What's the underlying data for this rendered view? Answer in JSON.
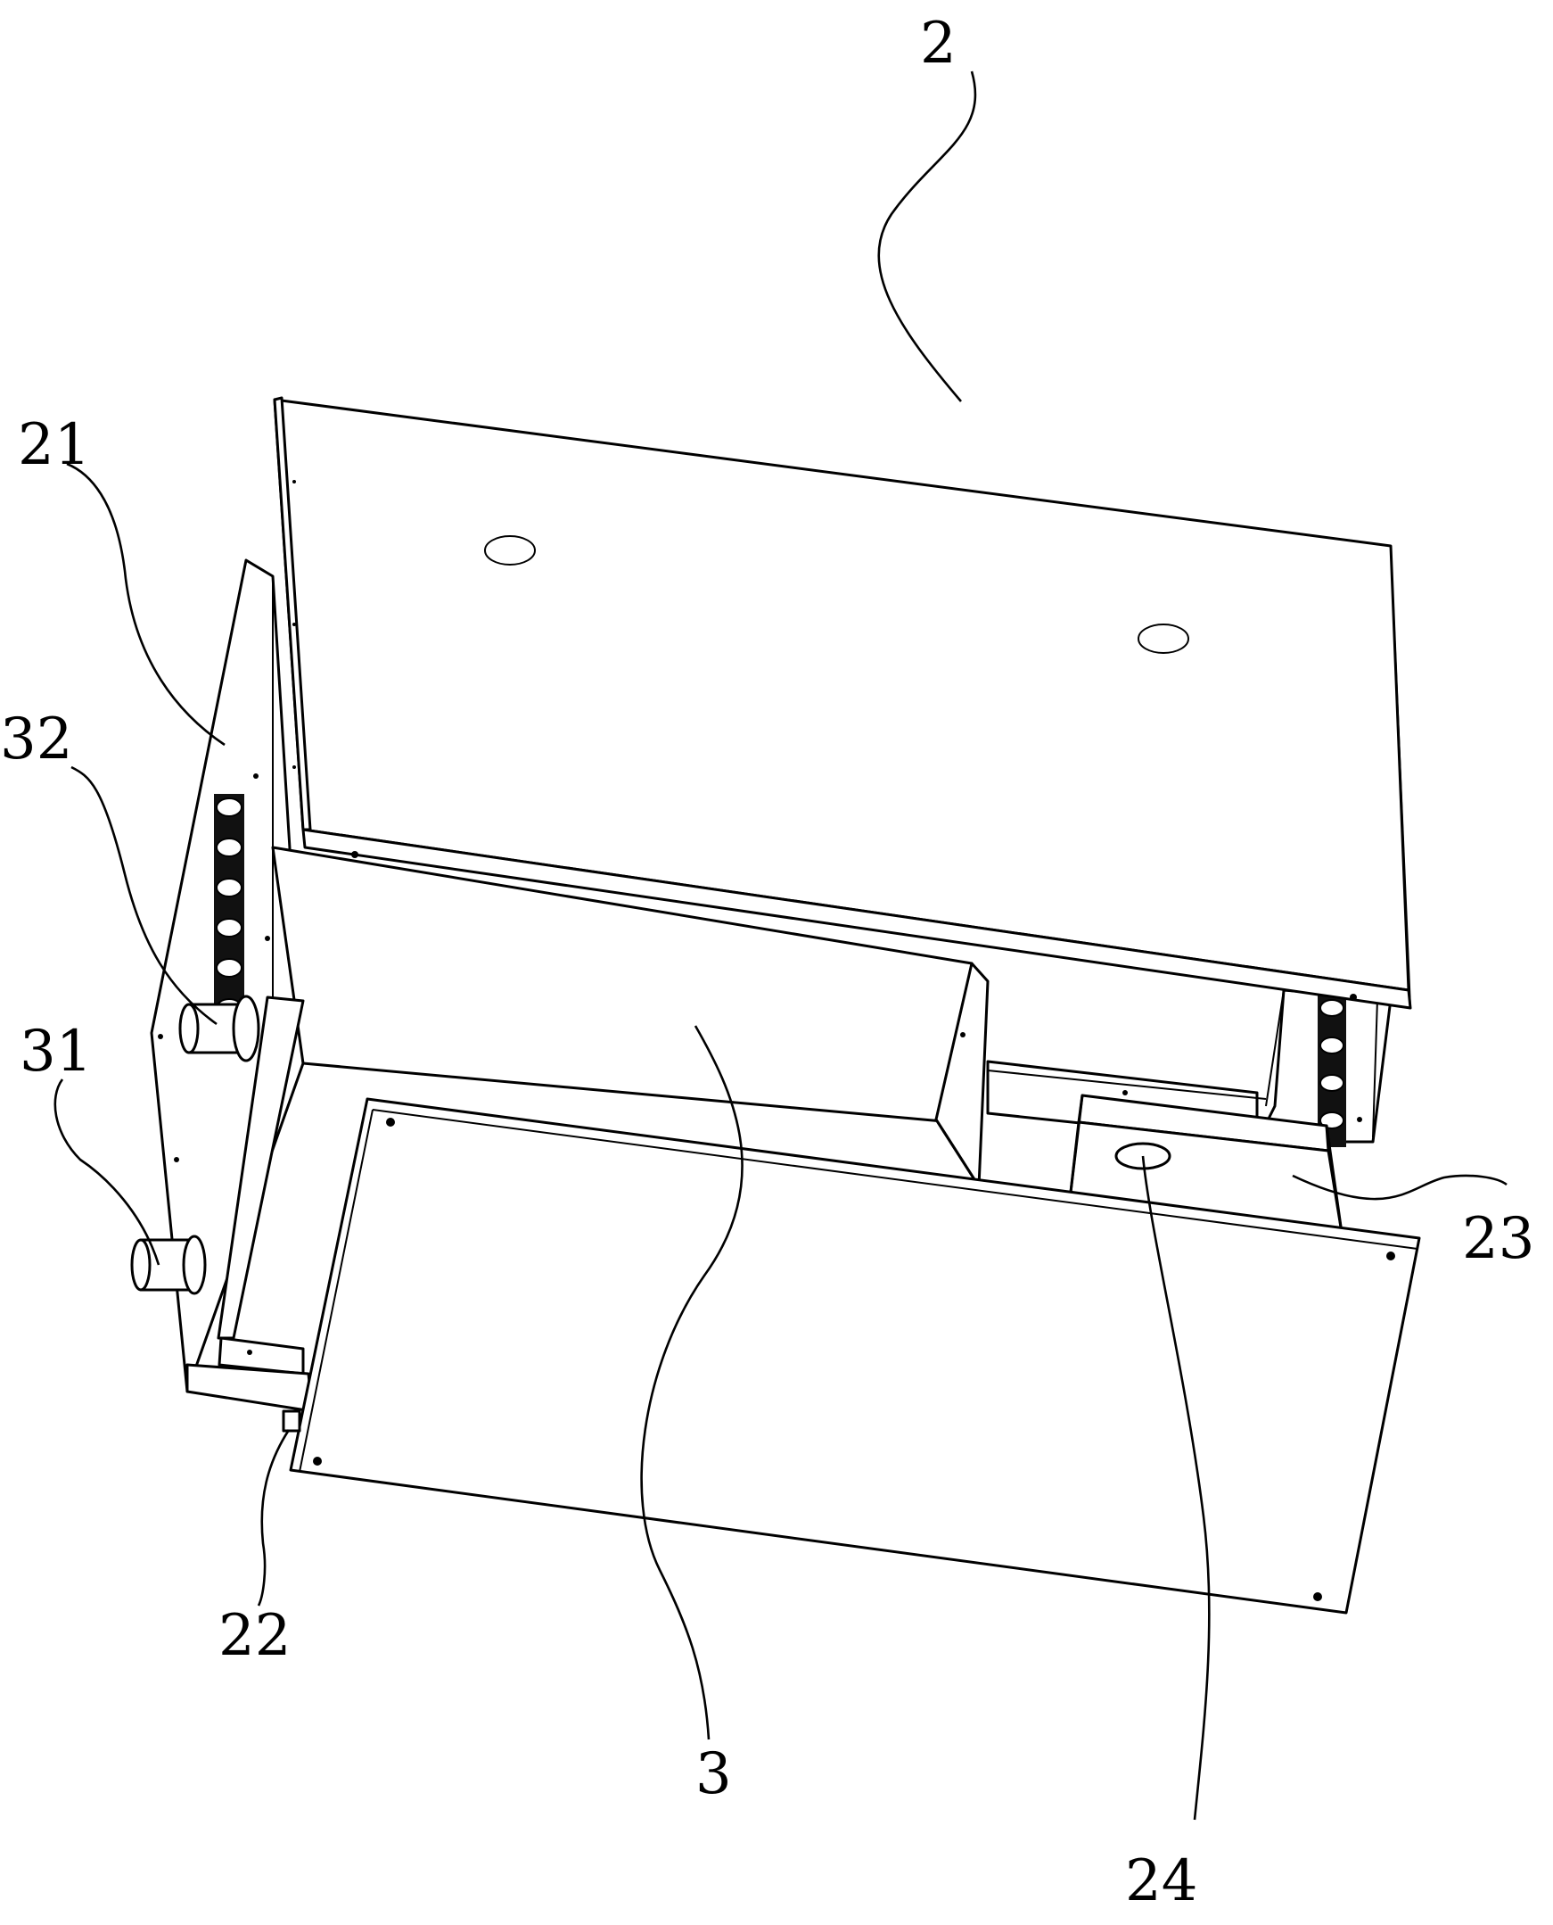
{
  "figure": {
    "labels": [
      {
        "id": "label-2",
        "text": "2"
      },
      {
        "id": "label-21",
        "text": "21"
      },
      {
        "id": "label-32",
        "text": "32"
      },
      {
        "id": "label-31",
        "text": "31"
      },
      {
        "id": "label-23",
        "text": "23"
      },
      {
        "id": "label-22",
        "text": "22"
      },
      {
        "id": "label-3",
        "text": "3"
      },
      {
        "id": "label-24",
        "text": "24"
      }
    ]
  }
}
